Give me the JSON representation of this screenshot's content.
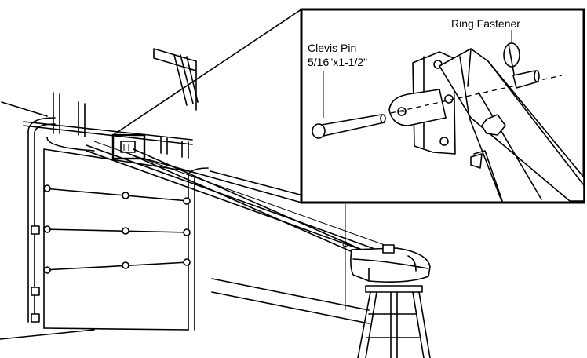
{
  "labels": {
    "ring_fastener": "Ring Fastener",
    "clevis_pin_line1": "Clevis Pin",
    "clevis_pin_line2": "5/16\"x1-1/2\""
  }
}
